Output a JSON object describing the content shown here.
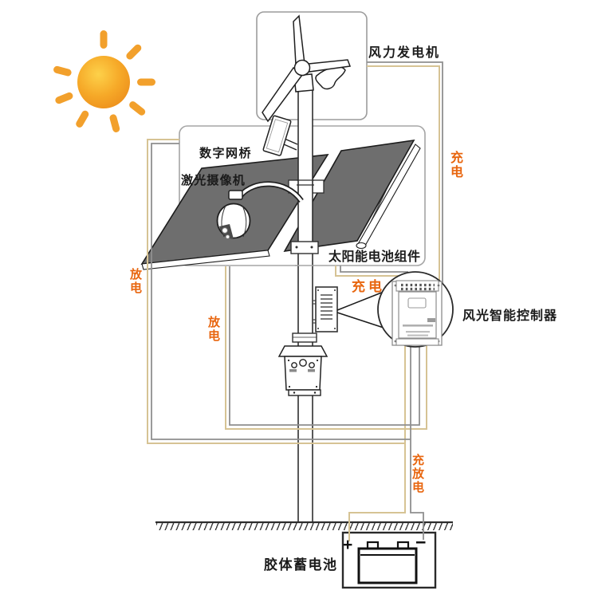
{
  "diagram": {
    "title_labels": {
      "wind_generator": "风力发电机",
      "digital_bridge": "数字网桥",
      "laser_camera": "激光摄像机",
      "solar_module": "太阳能电池组件",
      "smart_controller": "风光智能控制器",
      "gel_battery": "胶体蓄电池"
    },
    "flow_labels": {
      "charge_wind": "充电",
      "charge_solar": "充电",
      "discharge_left": "放电",
      "discharge_inner": "放电",
      "charge_discharge": "充放电"
    },
    "battery_terminals": {
      "positive": "+",
      "negative": "−"
    },
    "colors": {
      "flow_label_orange": "#e8660f",
      "wire_tan": "#d6c394",
      "wire_gray": "#8f8f8f",
      "panel_gray": "#6e6e6e",
      "sun_orange": "#f2a02c",
      "outline_dark": "#1f1f1f",
      "box_border_gray": "#a5a5a5"
    }
  }
}
